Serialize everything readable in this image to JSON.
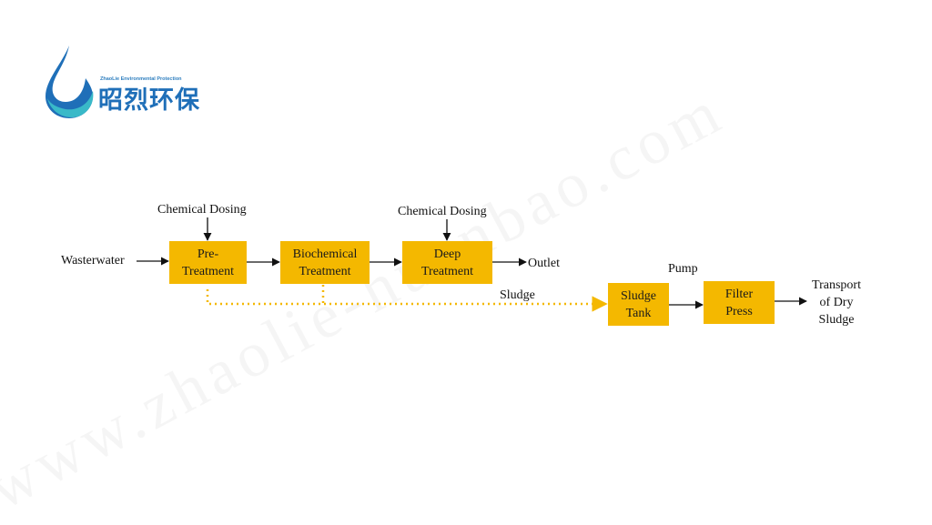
{
  "logo": {
    "subtitle": "ZhaoLie Environmental Protection",
    "title": "昭烈环保",
    "icon": "water-drop-icon",
    "colors": {
      "drop_dark": "#1f6fb8",
      "drop_light": "#39b9c8"
    }
  },
  "diagram": {
    "inputs": {
      "wastewater": "Wasterwater",
      "chemical_dosing_1": "Chemical Dosing",
      "chemical_dosing_2": "Chemical Dosing"
    },
    "boxes": {
      "pretreatment": "Pre-\nTreatment",
      "biochemical": "Biochemical\nTreatment",
      "deep": "Deep\nTreatment",
      "sludge_tank": "Sludge\nTank",
      "filter_press": "Filter\nPress"
    },
    "labels": {
      "outlet": "Outlet",
      "sludge": "Sludge",
      "pump": "Pump",
      "transport": "Transport\nof Dry\nSludge"
    },
    "colors": {
      "box": "#f4b800",
      "sludge_line": "#f4b800",
      "arrow": "#111111"
    }
  }
}
